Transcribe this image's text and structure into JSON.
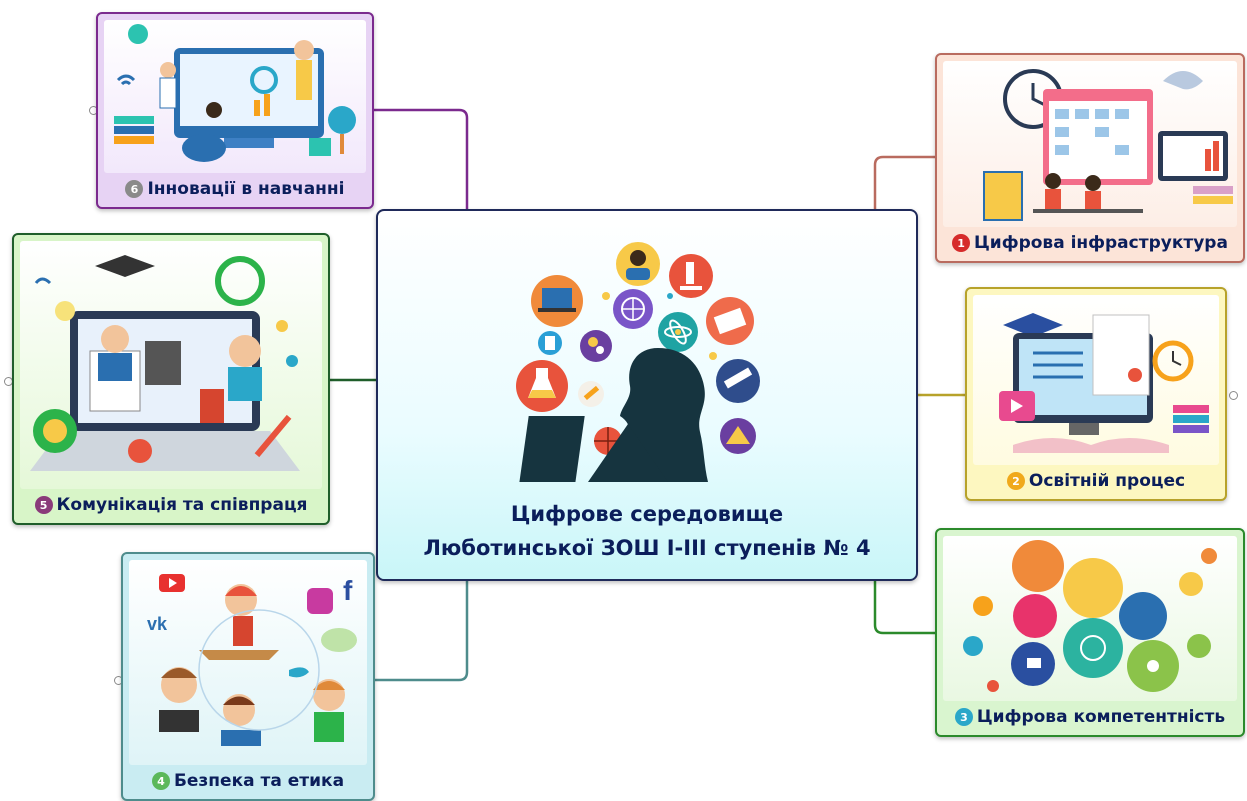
{
  "center": {
    "title_line1": "Цифрове середовище",
    "title_line2": "Люботинської ЗОШ І-ІІІ ступенів № 4"
  },
  "branches": [
    {
      "number": "1",
      "label": "Цифрова інфраструктура",
      "border": "#b96b5f",
      "badge": "#d62b2b"
    },
    {
      "number": "2",
      "label": "Освітній процес",
      "border": "#b7a22a",
      "badge": "#f0a91b"
    },
    {
      "number": "3",
      "label": "Цифрова компетентність",
      "border": "#2b8a2b",
      "badge": "#2aa7c9"
    },
    {
      "number": "4",
      "label": "Безпека та етика",
      "border": "#4e8c8c",
      "badge": "#5bb85b"
    },
    {
      "number": "5",
      "label": "Комунікація та співпраця",
      "border": "#1f5e2a",
      "badge": "#8a3a7a"
    },
    {
      "number": "6",
      "label": "Інновації в навчанні",
      "border": "#7b2a8e",
      "badge": "#8a8a8a"
    }
  ],
  "icons": [
    "tutor-icon",
    "microscope-icon",
    "book-icon",
    "atom-icon",
    "telescope-icon",
    "ruler-icon",
    "basketball-icon",
    "pencil-icon",
    "gears-icon",
    "flask-icon",
    "document-icon",
    "laptop-icon",
    "globe-icon",
    "student-silhouette-icon"
  ]
}
